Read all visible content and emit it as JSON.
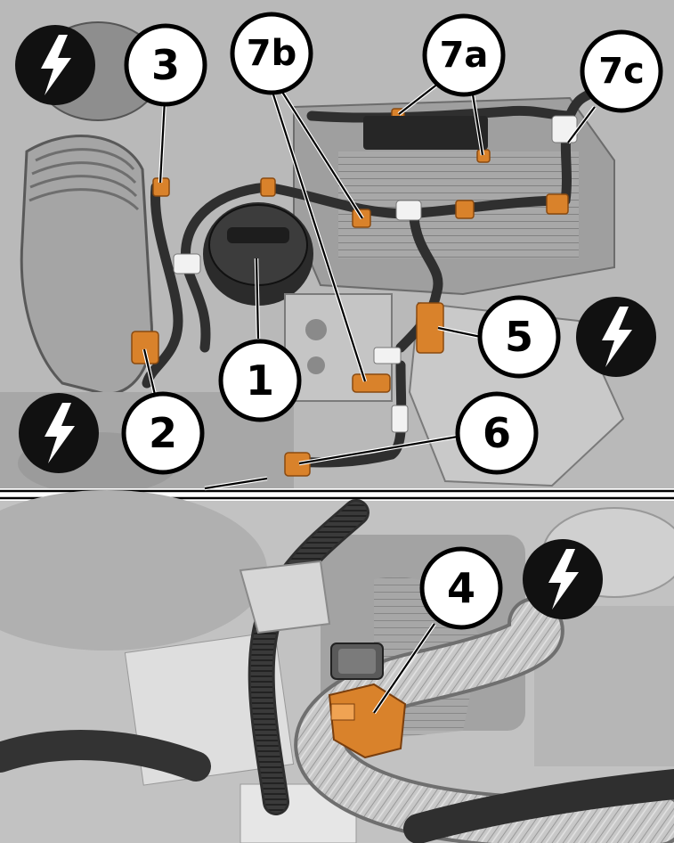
{
  "figure": {
    "colors": {
      "accent_orange": "#d9822b",
      "photo_gray": "#bdbdbd",
      "harness_dark": "#3a3a3a",
      "callout_fill": "#ffffff",
      "callout_stroke": "#000000",
      "hv_disc": "#111111"
    },
    "callouts": [
      {
        "id": "c1",
        "label": "1"
      },
      {
        "id": "c2",
        "label": "2"
      },
      {
        "id": "c3",
        "label": "3"
      },
      {
        "id": "c4",
        "label": "4"
      },
      {
        "id": "c5",
        "label": "5"
      },
      {
        "id": "c6",
        "label": "6"
      },
      {
        "id": "c7a",
        "label": "7a"
      },
      {
        "id": "c7b",
        "label": "7b"
      },
      {
        "id": "c7c",
        "label": "7c"
      }
    ],
    "warning_icon": "high-voltage-icon",
    "warning_icon_count": 4
  }
}
